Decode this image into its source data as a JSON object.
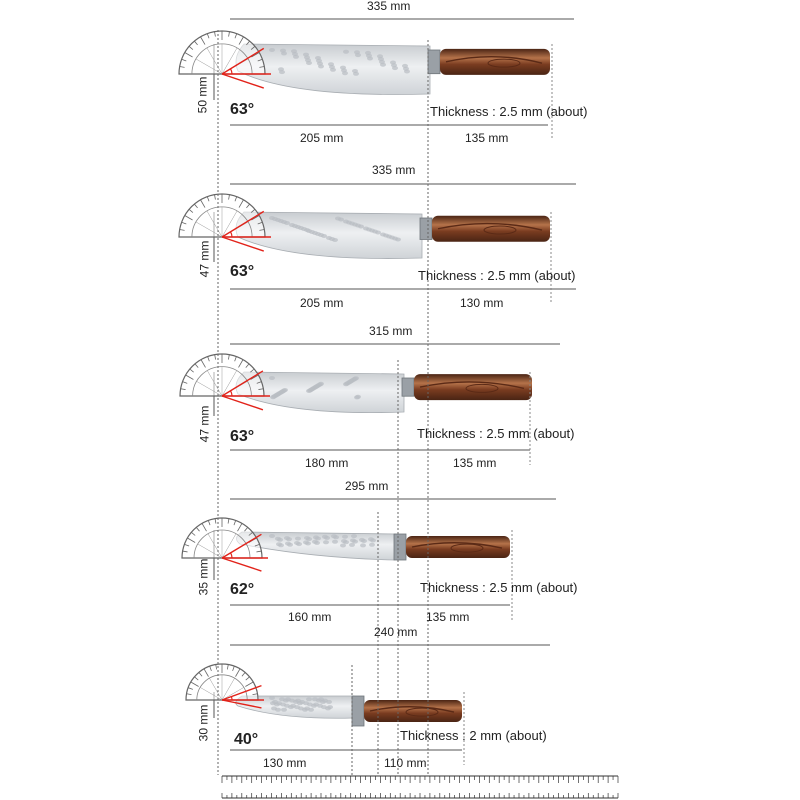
{
  "colors": {
    "angle_text": "#d6201f",
    "angle_lines": "#e2231a",
    "handle_dark": "#4a2414",
    "handle_light": "#b5734a",
    "blade": "#d9dcdf",
    "dim_line": "#555555",
    "ruler_line": "#333333"
  },
  "knives": [
    {
      "total_length": "335 mm",
      "height": "50 mm",
      "angle": "63°",
      "thickness": "Thickness : 2.5 mm (about)",
      "blade_length": "205 mm",
      "handle_length": "135 mm"
    },
    {
      "total_length": "335 mm",
      "height": "47 mm",
      "angle": "63°",
      "thickness": "Thickness : 2.5 mm (about)",
      "blade_length": "205 mm",
      "handle_length": "130 mm"
    },
    {
      "total_length": "315 mm",
      "height": "47 mm",
      "angle": "63°",
      "thickness": "Thickness : 2.5 mm (about)",
      "blade_length": "180 mm",
      "handle_length": "135 mm"
    },
    {
      "total_length": "295 mm",
      "height": "35 mm",
      "angle": "62°",
      "thickness": "Thickness : 2.5 mm (about)",
      "blade_length": "160 mm",
      "handle_length": "135 mm"
    },
    {
      "total_length": "240 mm",
      "height": "30 mm",
      "angle": "40°",
      "thickness": "Thickness : 2 mm (about)",
      "blade_length": "130 mm",
      "handle_length": "110 mm"
    }
  ],
  "ruler": {
    "max": 40,
    "major_every": 1
  }
}
